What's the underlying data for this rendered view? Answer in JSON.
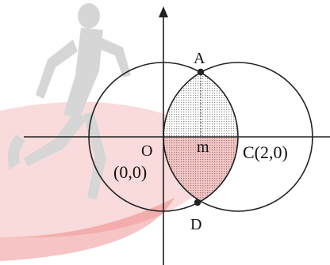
{
  "figure": {
    "labels": {
      "point_a": "A",
      "point_d": "D",
      "origin": "O",
      "origin_coords": "(0,0)",
      "midpoint": "m",
      "center_c": "C(2,0)"
    },
    "colors": {
      "stroke": "#222222",
      "shading": "#999999",
      "lower_lens_tint": "#f3c2c2",
      "watermark_figure": "#cfcfcf",
      "watermark_swoosh": "#e23a3a"
    },
    "decoration": "watermark-runner-logo"
  }
}
